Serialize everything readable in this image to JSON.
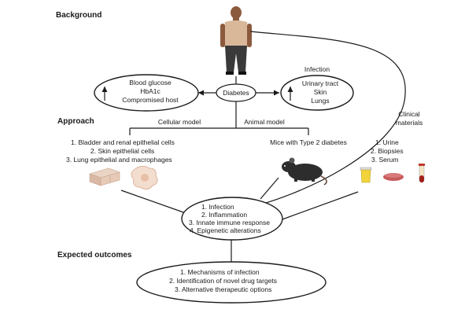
{
  "sections": {
    "background": "Background",
    "approach": "Approach",
    "outcomes": "Expected outcomes"
  },
  "diabetes": "Diabetes",
  "left_oval": {
    "lines": [
      "Blood glucose",
      "HbA1c",
      "Compromised host"
    ]
  },
  "infection": {
    "title": "Infection",
    "lines": [
      "Urinary tract",
      "Skin",
      "Lungs"
    ]
  },
  "models": {
    "cellular": "Cellular model",
    "animal": "Animal model"
  },
  "cellular_list": [
    "1.  Bladder and renal epithelial cells",
    "2.  Skin epithelial cells",
    "3.  Lung epithelial and macrophages"
  ],
  "mice": "Mice with Type 2 diabetes",
  "clinical": {
    "title_lines": [
      "Clinical",
      "materials"
    ],
    "items": [
      "1.  Urine",
      "2.  Biopsies",
      "3.  Serum"
    ]
  },
  "center_oval": [
    "1.  Infection",
    "2.  Inflammation",
    "3.  Innate immune response",
    "4.  Epigenetic alterations"
  ],
  "outcomes_list": [
    "1.  Mechanisms of infection",
    "2.  Identification of novel drug targets",
    "3.  Alternative therapeutic options"
  ],
  "icons": [
    "person-icon",
    "up-arrow-icon",
    "cell-block-icon",
    "macrophage-icon",
    "mouse-icon",
    "urine-cup-icon",
    "biopsy-icon",
    "serum-tube-icon"
  ]
}
